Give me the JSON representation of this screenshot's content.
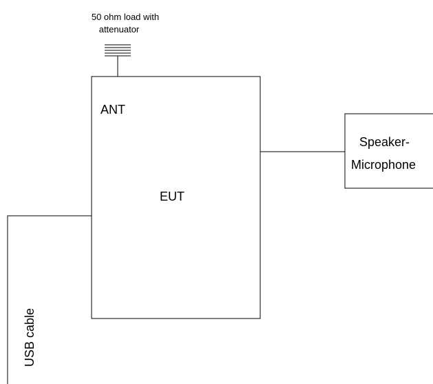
{
  "load": {
    "label_line1": "50 ohm load with",
    "label_line2": "attenuator"
  },
  "eut": {
    "antenna_label": "ANT",
    "label": "EUT"
  },
  "speaker_mic": {
    "label_line1": "Speaker-",
    "label_line2": "Microphone"
  },
  "cable": {
    "label": "USB cable"
  }
}
